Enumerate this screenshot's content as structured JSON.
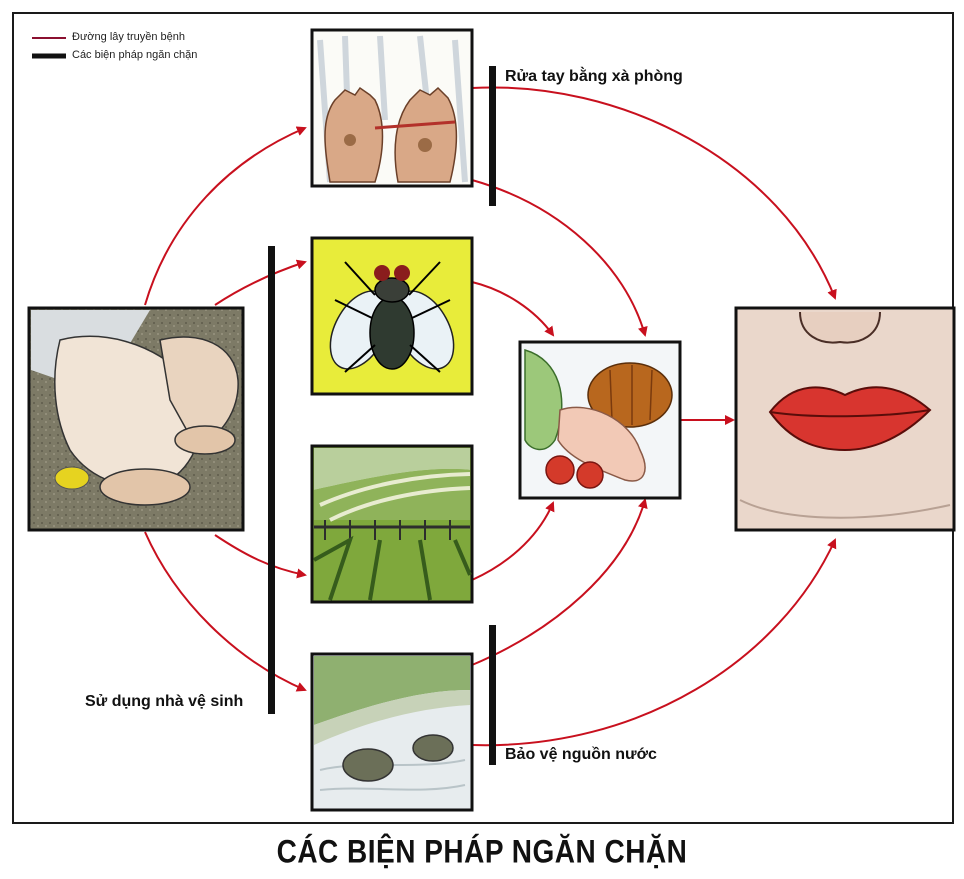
{
  "legend": {
    "transmission_label": "Đường lây truyền bệnh",
    "barrier_label": "Các biện pháp ngăn chặn",
    "transmission_color": "#b01822",
    "barrier_color": "#111111"
  },
  "barriers": {
    "handwash": "Rửa tay bằng xà phòng",
    "toilet": "Sử dụng nhà vệ sinh",
    "water": "Bảo vệ nguồn nước"
  },
  "title": "CÁC BIỆN PHÁP NGĂN CHẶN"
}
